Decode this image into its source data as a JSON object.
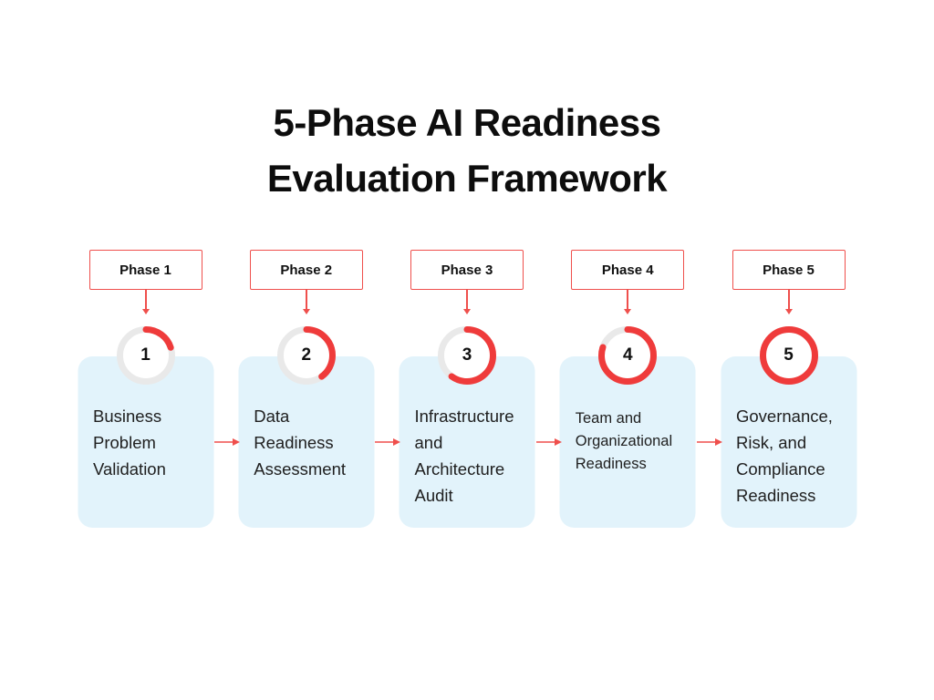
{
  "title": {
    "line1": "5-Phase AI Readiness",
    "line2": "Evaluation Framework"
  },
  "colors": {
    "accent_red": "#ef3b3b",
    "phase_box_border": "#ef4f4c",
    "card_background": "#e2f3fb",
    "ring_track_gray": "#e9e9e9",
    "title_text": "#0d0d0d",
    "body_text": "#202020"
  },
  "phases": [
    {
      "label": "Phase 1",
      "number": "1",
      "progress_percent": 20,
      "description": "Business Problem Validation"
    },
    {
      "label": "Phase 2",
      "number": "2",
      "progress_percent": 40,
      "description": "Data Readiness Assessment"
    },
    {
      "label": "Phase 3",
      "number": "3",
      "progress_percent": 60,
      "description": "Infrastructure and Architecture Audit"
    },
    {
      "label": "Phase 4",
      "number": "4",
      "progress_percent": 80,
      "description": "Team and Organizational Readiness"
    },
    {
      "label": "Phase 5",
      "number": "5",
      "progress_percent": 100,
      "description": "Governance, Risk, and Compliance Readiness"
    }
  ]
}
